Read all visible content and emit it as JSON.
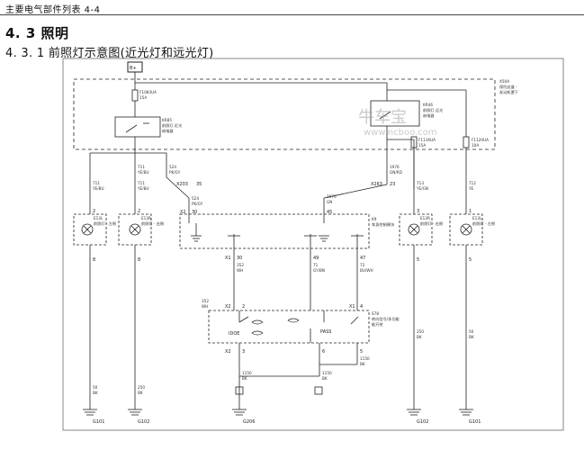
{
  "header": {
    "title": "主要电气部件列表 4-4"
  },
  "section": {
    "title": "4. 3 照明",
    "subtitle": "4. 3. 1 前照灯示意图(近光灯和远光灯)"
  },
  "diagram": {
    "power_source": "B+",
    "fuse_left": {
      "name": "F1083UA",
      "rating": "15A"
    },
    "fuse_mid": {
      "name": "F1116UA",
      "rating": "15A"
    },
    "fuse_right": {
      "name": "F1120UA",
      "rating": "10A"
    },
    "relay_low_beam": {
      "code": "KR85",
      "desc_1": "前照灯 近光",
      "desc_2": "继电器"
    },
    "relay_high_beam": {
      "code": "KR46",
      "desc_1": "前照灯 远光",
      "desc_2": "继电器"
    },
    "underhood_block": {
      "code": "X50A",
      "desc_1": "保险丝盒 -",
      "desc_2": "发动机罩下"
    },
    "wires": {
      "w711": "711",
      "w711_color": "YE/BU",
      "w524": "524",
      "w524_color": "PK/GY",
      "w1976": "1976",
      "w1976_color": "GN/RD",
      "w713": "713",
      "w713_color": "YE/GN",
      "w712": "712",
      "w712_color": "YE",
      "w1970": "1970",
      "w1970_color": "GN",
      "w352": "352",
      "w352_color": "WH",
      "w71": "71",
      "w71_color": "GY/BN",
      "w72": "72",
      "w72_color": "BU/WH",
      "w250": "250",
      "w250_color": "BK",
      "w50": "50",
      "w50_color": "BK",
      "w1150": "1150",
      "w1150_color": "BK"
    },
    "connectors": {
      "x203": "X203",
      "x263": "X263",
      "x2": "X2",
      "x1": "X1",
      "p35": "35",
      "p30": "30",
      "p23": "23",
      "p45": "45",
      "p49": "49",
      "p47": "47",
      "p1": "1",
      "p2": "2",
      "p3": "3",
      "p4": "4",
      "p5": "5",
      "p6": "6",
      "p8": "8"
    },
    "lamps": {
      "left_low": {
        "code": "E13L",
        "desc": "前照灯 - 左侧"
      },
      "left_high": {
        "code": "E13R",
        "desc": "前照灯 - 右侧"
      },
      "right_high": {
        "code": "E13R",
        "desc": "前照灯 - 右侧"
      },
      "right_low": {
        "code": "E13L",
        "desc": "前照灯 - 左侧"
      }
    },
    "bcm": {
      "code": "K9",
      "desc": "车身控制模块"
    },
    "switch": {
      "code": "S78",
      "desc_1": "转向信号/多功能",
      "desc_2": "能开关",
      "pass_label": "PASS",
      "idoe_label": "IDOE"
    },
    "grounds": {
      "g101": "G101",
      "g102": "G102",
      "g206": "G206",
      "g102b": "G102",
      "g101b": "G101"
    },
    "watermark": {
      "brand": "牛车宝",
      "url": "www.ncboo.com"
    }
  }
}
